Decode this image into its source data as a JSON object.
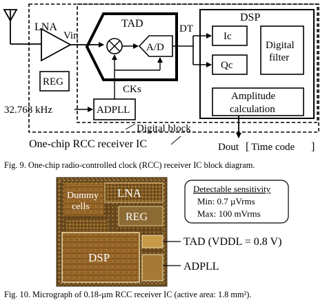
{
  "diagram": {
    "lna_label": "LNA",
    "vin_label": "Vin",
    "tad_label": "TAD",
    "ad_label": "A/D",
    "dt_label": "DT",
    "dsp_label": "DSP",
    "ic_label": "Ic",
    "qc_label": "Qc",
    "digital_filter_line1": "Digital",
    "digital_filter_line2": "filter",
    "amplitude_line1": "Amplitude",
    "amplitude_line2": "calculation",
    "reg_label": "REG",
    "freq_label": "32.768 kHz",
    "adpll_label": "ADPLL",
    "cks_label": "CKs",
    "digital_block_label": "Digital block",
    "chip_label": "One-chip RCC receiver IC",
    "dout_label": "Dout",
    "time_code_label": "Time code"
  },
  "fig9_caption": "Fig. 9. One-chip radio-controlled clock (RCC) receiver IC block diagram.",
  "micrograph": {
    "dummy_line1": "Dummy",
    "dummy_line2": "cells",
    "lna_label": "LNA",
    "reg_label": "REG",
    "dsp_label": "DSP",
    "sensitivity_title": "Detectable sensitivity",
    "min_line": "Min:  0.7 µVrms",
    "max_line": "Max: 100 mVrms",
    "tad_callout": "TAD (VDDL = 0.8 V)",
    "adpll_callout": "ADPLL"
  },
  "fig10_caption": "Fig. 10. Micrograph of 0.18-µm RCC receiver IC (active area: 1.8 mm²)."
}
